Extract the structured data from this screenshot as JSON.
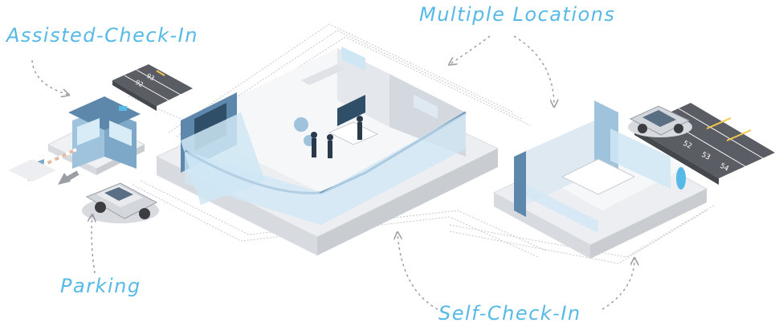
{
  "labels": {
    "assisted_check_in": "Assisted-Check-In",
    "multiple_locations": "Multiple Locations",
    "parking": "Parking",
    "self_check_in": "Self-Check-In"
  },
  "parking_lot_right": {
    "spaces": [
      "52",
      "53",
      "54"
    ]
  },
  "parking_lot_left": {
    "spaces": [
      "92",
      "93"
    ]
  },
  "colors": {
    "label": "#56b9e6",
    "wall_blue": "#5d88ab",
    "glass": "#cfe7f5",
    "platform": "#eceef1",
    "asphalt": "#5a5d63",
    "dashed_line": "#9a9ea3"
  }
}
